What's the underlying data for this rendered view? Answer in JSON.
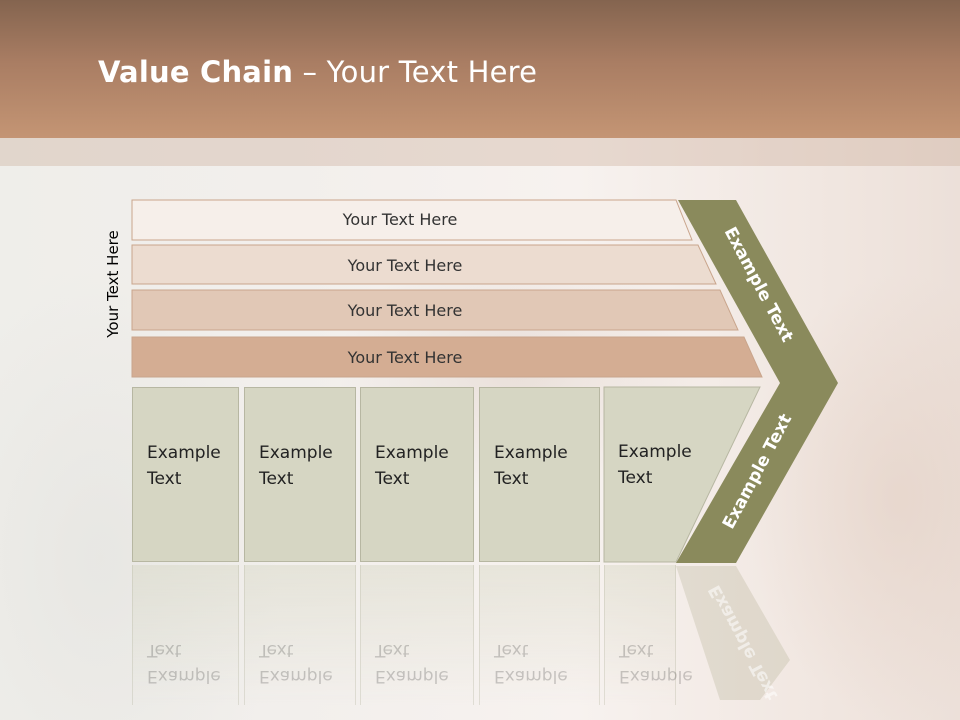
{
  "slide": {
    "title_bold": "Value Chain",
    "title_rest": " – Your Text Here",
    "side_label": "Your Text Here"
  },
  "bars": [
    "Your Text Here",
    "Your Text Here",
    "Your Text Here",
    "Your Text Here"
  ],
  "boxes": [
    {
      "line1": "Example",
      "line2": "Text"
    },
    {
      "line1": "Example",
      "line2": "Text"
    },
    {
      "line1": "Example",
      "line2": "Text"
    },
    {
      "line1": "Example",
      "line2": "Text"
    },
    {
      "line1": "Example",
      "line2": "Text"
    }
  ],
  "chevron": {
    "upper_label": "Example Text",
    "lower_label": "Example Text",
    "color": "#8a8a5c"
  },
  "colors": {
    "header": "#a97d63",
    "bar1": "#f6efea",
    "bar2": "#ecdcd0",
    "bar3": "#e1c8b6",
    "bar4": "#d4ad93",
    "box": "#d6d6c3"
  }
}
